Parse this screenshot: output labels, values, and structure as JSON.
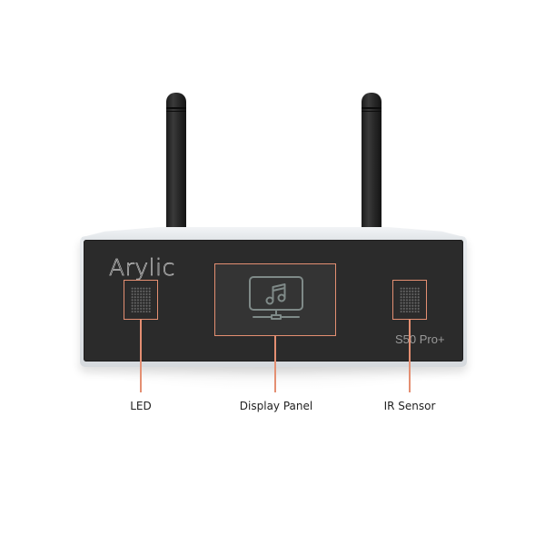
{
  "product": {
    "brand": "Arylic",
    "model": "S50 Pro+"
  },
  "callouts": [
    {
      "id": "led",
      "label": "LED"
    },
    {
      "id": "display",
      "label": "Display Panel"
    },
    {
      "id": "ir",
      "label": "IR Sensor"
    }
  ],
  "icons": {
    "display": "monitor-music-note-icon",
    "led": "dot-grid-icon",
    "ir": "dot-grid-icon"
  },
  "colors": {
    "background": "#ffffff",
    "panel": "#2b2b2b",
    "chassis": "#dfe3e7",
    "accent": "#e48f72",
    "label_text": "#222222",
    "logo_text": "#bdbdbd",
    "icon_stroke": "#7f8a88"
  }
}
